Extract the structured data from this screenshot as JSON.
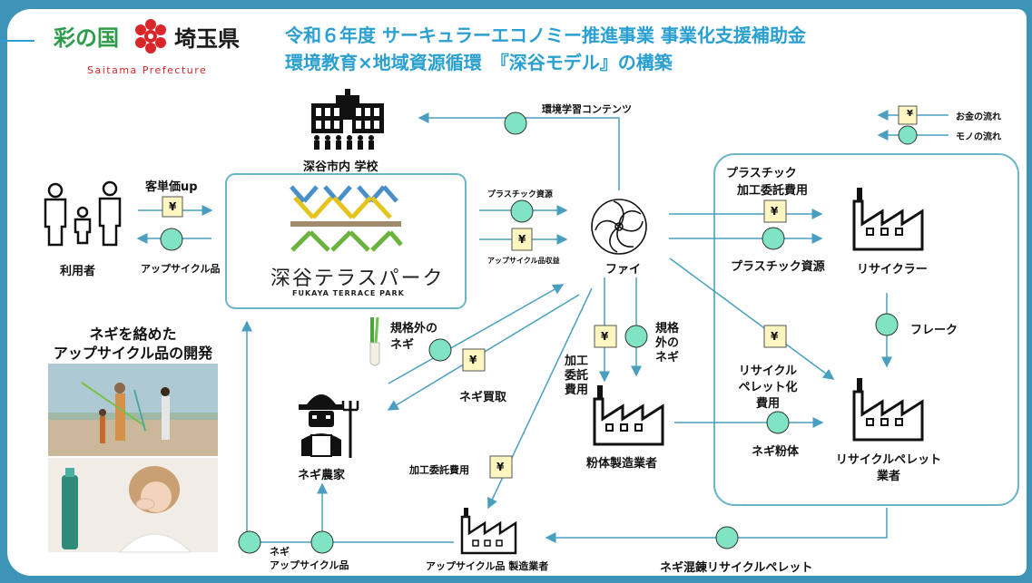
{
  "header": {
    "logo_kanji_left": "彩の国",
    "logo_kanji_right": "埼玉県",
    "logo_sub": "Saitama Prefecture",
    "title_line1": "令和６年度 サーキュラーエコノミー推進事業 事業化支援補助金",
    "title_line2": "環境教育×地域資源循環　『深谷モデル』の構築"
  },
  "legend": {
    "money": "お金の流れ",
    "goods": "モノの流れ",
    "yen": "¥"
  },
  "nodes": {
    "school": "深谷市内 学校",
    "users": "利用者",
    "terrace_jp": "深谷テラスパーク",
    "terrace_en": "FUKAYA TERRACE PARK",
    "fai": "ファイ",
    "recycler": "リサイクラー",
    "pellet_maker_1": "リサイクルペレット",
    "pellet_maker_2": "業者",
    "powder_maker": "粉体製造業者",
    "farmer": "ネギ農家",
    "upcycle_maker": "アップサイクル品 製造業者"
  },
  "flows": {
    "edu_content": "環境学習コンテンツ",
    "price_up": "客単価up",
    "upcycle_goods_user": "アップサイクル品",
    "plastic_res_small": "プラスチック資源",
    "upcycle_revenue": "アップサイクル品収益",
    "plastic_fee_1": "プラスチック",
    "plastic_fee_2": "加工委託費用",
    "plastic_res": "プラスチック資源",
    "flake": "フレーク",
    "pellet_fee_1": "リサイクル",
    "pellet_fee_2": "ペレット化",
    "pellet_fee_3": "費用",
    "odd_negi_l1": "規格外の",
    "odd_negi_l2": "ネギ",
    "negi_buy": "ネギ買取",
    "proc_fee_1": "加工",
    "proc_fee_2": "委託",
    "proc_fee_3": "費用",
    "odd_negi_r1": "規格",
    "odd_negi_r2": "外の",
    "odd_negi_r3": "ネギ",
    "negi_powder": "ネギ粉体",
    "proc_fee_upcycle": "加工委託費用",
    "negi_upcycle_1": "ネギ",
    "negi_upcycle_2": "アップサイクル品",
    "negi_pellet": "ネギ混錬リサイクルペレット"
  },
  "dev": {
    "line1": "ネギを絡めた",
    "line2": "アップサイクル品の開発"
  },
  "colors": {
    "frame": "#3d93b8",
    "title": "#2a9fd1",
    "arrow": "#4a9fc0",
    "goods_fill": "#7fe3c4",
    "money_fill": "#fff6c2",
    "box_border": "#6ab6c8",
    "stripe_yellow": "#e3c51e",
    "stripe_blue": "#4a90c8",
    "stripe_green": "#6cb33e",
    "stripe_brown": "#a08c6c"
  }
}
